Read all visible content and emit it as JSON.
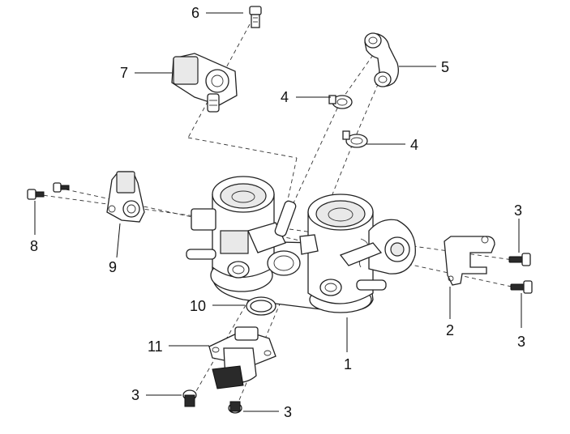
{
  "callouts": {
    "c1": "1",
    "c2": "2",
    "c3a": "3",
    "c3b": "3",
    "c3c": "3",
    "c3d": "3",
    "c4a": "4",
    "c4b": "4",
    "c5": "5",
    "c6": "6",
    "c7": "7",
    "c8": "8",
    "c9": "9",
    "c10": "10",
    "c11": "11"
  }
}
